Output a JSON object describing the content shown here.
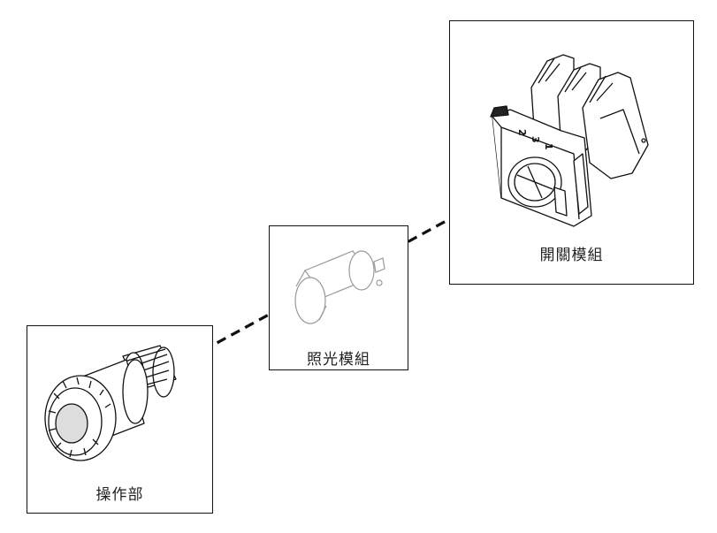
{
  "diagram": {
    "modules": [
      {
        "id": "switch",
        "label": "開關模組",
        "contact_numbers": [
          "1",
          "3",
          "2"
        ]
      },
      {
        "id": "light",
        "label": "照光模組"
      },
      {
        "id": "operator",
        "label": "操作部"
      }
    ]
  },
  "colors": {
    "stroke": "#111111",
    "light_stroke": "#9a9a9a",
    "background": "#ffffff"
  }
}
